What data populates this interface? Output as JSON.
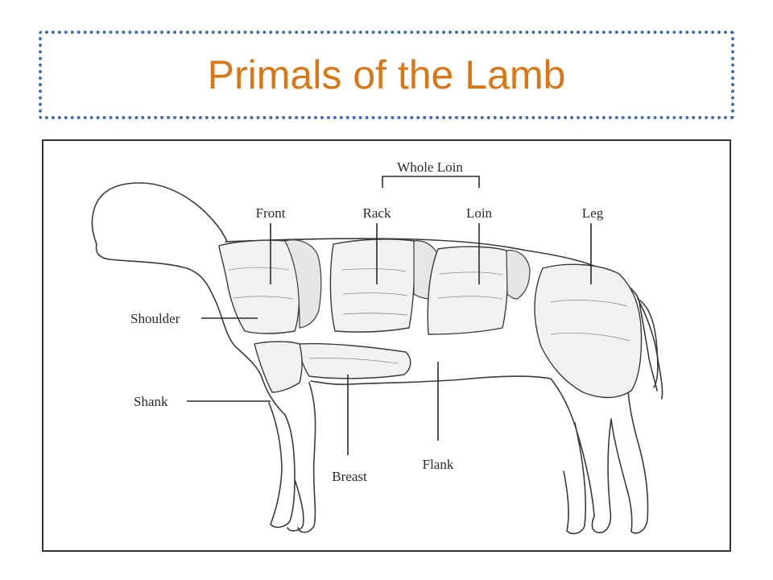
{
  "title": "Primals of the Lamb",
  "labels": {
    "whole_loin": "Whole Loin",
    "front": "Front",
    "rack": "Rack",
    "loin": "Loin",
    "leg": "Leg",
    "shoulder": "Shoulder",
    "shank": "Shank",
    "breast": "Breast",
    "flank": "Flank"
  },
  "colors": {
    "title": "#d97717",
    "title_border": "#3f6fa8"
  }
}
